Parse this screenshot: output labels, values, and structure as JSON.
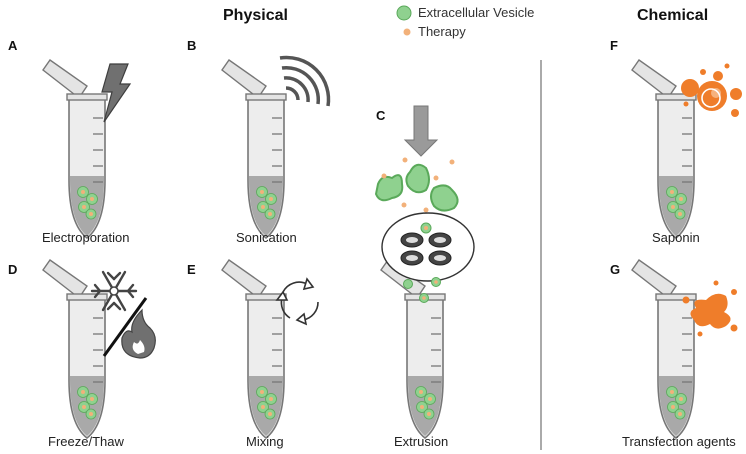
{
  "headers": {
    "physical": "Physical",
    "chemical": "Chemical"
  },
  "legend": [
    {
      "label": "Extracellular Vesicle",
      "color": "#8fd18f"
    },
    {
      "label": "Therapy",
      "color": "#f2b17a"
    }
  ],
  "panels": [
    {
      "letter": "A",
      "caption": "Electroporation",
      "icon": "lightning-icon"
    },
    {
      "letter": "B",
      "caption": "Sonication",
      "icon": "sound-waves-icon"
    },
    {
      "letter": "C",
      "caption": "Extrusion",
      "icon": "filter-membrane-icon"
    },
    {
      "letter": "D",
      "caption": "Freeze/Thaw",
      "icon": "snowflake-flame-icon"
    },
    {
      "letter": "E",
      "caption": "Mixing",
      "icon": "circular-arrows-icon"
    },
    {
      "letter": "F",
      "caption": "Saponin",
      "icon": "bubbles-icon"
    },
    {
      "letter": "G",
      "caption": "Transfection agents",
      "icon": "splash-icon"
    }
  ],
  "colors": {
    "tube_fill": "#ededed",
    "tube_stroke": "#777777",
    "accent_orange": "#ef7d2a",
    "icon_gray": "#707070",
    "ev_green": "#8fd18f",
    "ev_stroke": "#5aa95a"
  }
}
